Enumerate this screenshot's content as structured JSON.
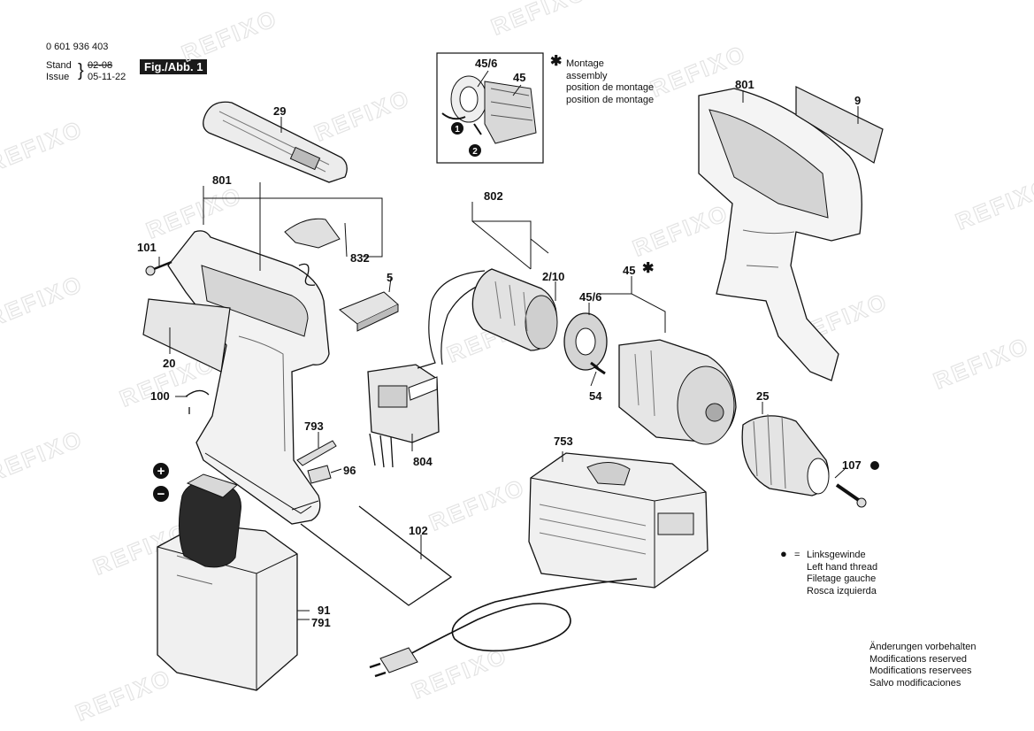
{
  "header": {
    "part_number": "0 601 936 403",
    "stand_label": "Stand",
    "issue_label": "Issue",
    "stand_value": "02-08",
    "issue_value": "05-11-22",
    "figure_label": "Fig./Abb. 1"
  },
  "watermark": "REFIXO",
  "callouts": {
    "c29": "29",
    "c801a": "801",
    "c101": "101",
    "c832": "832",
    "c5": "5",
    "c20": "20",
    "c100": "100",
    "c793": "793",
    "c96": "96",
    "c804": "804",
    "c102": "102",
    "c91": "91",
    "c791": "791",
    "c802": "802",
    "c2_10": "2/10",
    "c45_6": "45/6",
    "c45": "45",
    "c54": "54",
    "c801b": "801",
    "c9": "9",
    "c25": "25",
    "c107": "107",
    "c753": "753",
    "inset_45_6": "45/6",
    "inset_45": "45",
    "inset_1": "1",
    "inset_2": "2",
    "plus": "+",
    "minus": "−"
  },
  "assembly_note": {
    "symbol": "✱",
    "lines": [
      "Montage",
      "assembly",
      "position de montage",
      "position de montage"
    ]
  },
  "thread_note": {
    "symbol": "●",
    "equals": "=",
    "lines": [
      "Linksgewinde",
      "Left hand thread",
      "Filetage gauche",
      "Rosca izquierda"
    ]
  },
  "footer_note": {
    "lines": [
      "Änderungen vorbehalten",
      "Modifications reserved",
      "Modifications reservees",
      "Salvo modificaciones"
    ]
  }
}
